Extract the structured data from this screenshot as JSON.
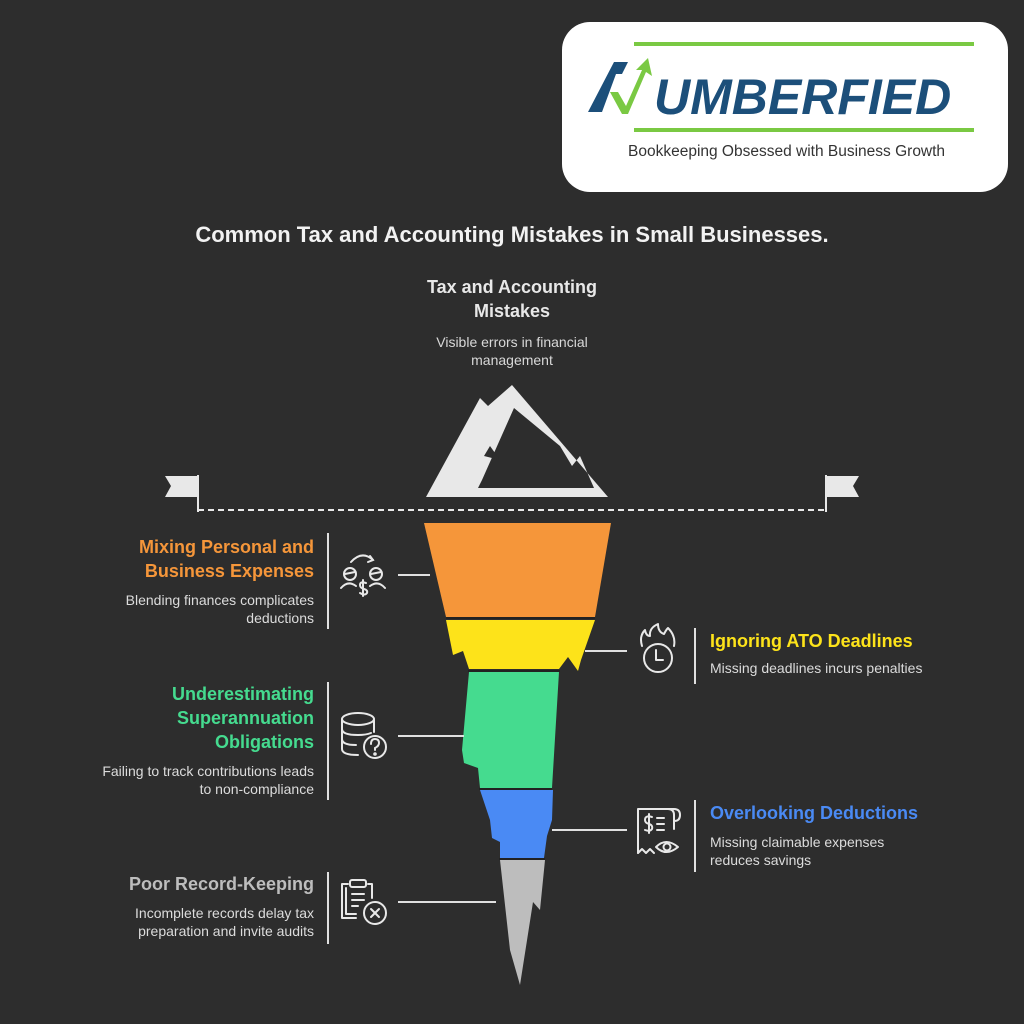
{
  "logo": {
    "brand": "NUMBERFIED",
    "brand_rest": "UMBERFIED",
    "tagline": "Bookkeeping Obsessed with Business Growth",
    "colors": {
      "blue": "#1c4f7a",
      "green": "#7ac943"
    }
  },
  "title": "Common Tax and Accounting Mistakes in Small Businesses.",
  "tip": {
    "title_line1": "Tax and Accounting",
    "title_line2": "Mistakes",
    "desc_line1": "Visible errors in financial",
    "desc_line2": "management",
    "icon": "mountain-icon"
  },
  "waterline": {
    "left_flag": "flag-icon",
    "right_flag": "flag-icon"
  },
  "items": [
    {
      "side": "left",
      "title_lines": [
        "Mixing Personal and",
        "Business Expenses"
      ],
      "desc_lines": [
        "Blending finances complicates",
        "deductions"
      ],
      "color": "#f5963a",
      "icon": "people-exchange-money-icon"
    },
    {
      "side": "right",
      "title_lines": [
        "Ignoring ATO Deadlines"
      ],
      "desc_lines": [
        "Missing deadlines incurs penalties"
      ],
      "color": "#fde31a",
      "icon": "clock-fire-icon"
    },
    {
      "side": "left",
      "title_lines": [
        "Underestimating",
        "Superannuation",
        "Obligations"
      ],
      "desc_lines": [
        "Failing to track contributions leads",
        "to non-compliance"
      ],
      "color": "#45db8f",
      "icon": "database-question-icon"
    },
    {
      "side": "right",
      "title_lines": [
        "Overlooking Deductions"
      ],
      "desc_lines": [
        "Missing claimable expenses",
        "reduces savings"
      ],
      "color": "#4a8af4",
      "icon": "receipt-eye-icon"
    },
    {
      "side": "left",
      "title_lines": [
        "Poor Record-Keeping"
      ],
      "desc_lines": [
        "Incomplete records delay tax",
        "preparation and invite audits"
      ],
      "color": "#bdbdbd",
      "icon": "clipboard-x-icon"
    }
  ],
  "iceberg_layers": [
    {
      "label": "Mixing Personal and Business Expenses",
      "color": "#f5963a"
    },
    {
      "label": "Ignoring ATO Deadlines",
      "color": "#fde31a"
    },
    {
      "label": "Underestimating Superannuation Obligations",
      "color": "#45db8f"
    },
    {
      "label": "Overlooking Deductions",
      "color": "#4a8af4"
    },
    {
      "label": "Poor Record-Keeping",
      "color": "#bdbdbd"
    }
  ]
}
